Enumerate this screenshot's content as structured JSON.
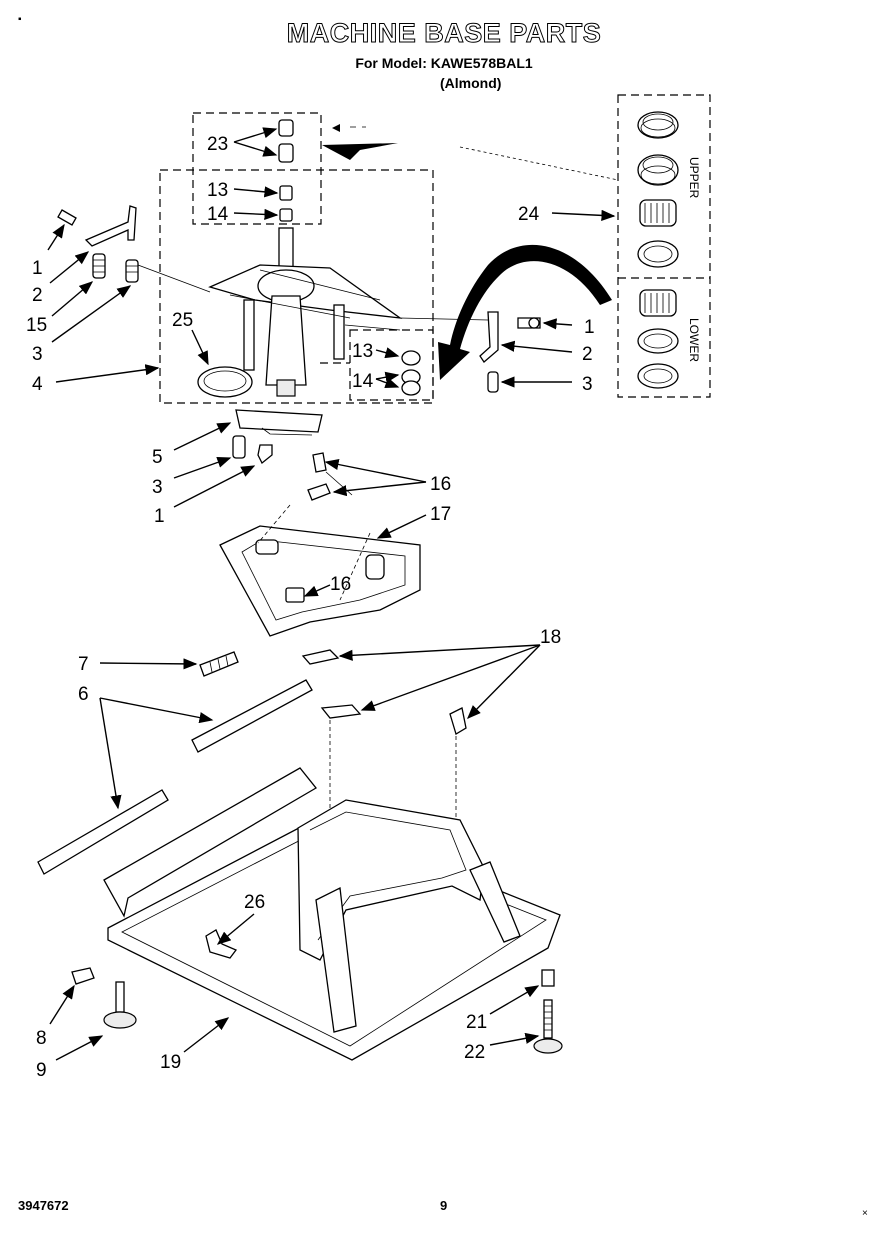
{
  "header": {
    "title": "MACHINE BASE PARTS",
    "model_line": "For Model: KAWE578BAL1",
    "color_note": "(Almond)"
  },
  "footer": {
    "doc_number": "3947672",
    "page_number": "9"
  },
  "side_panel": {
    "upper_label": "UPPER",
    "lower_label": "LOWER"
  },
  "callouts": {
    "c23": "23",
    "c13a": "13",
    "c14a": "14",
    "c1a": "1",
    "c2a": "2",
    "c15": "15",
    "c3a": "3",
    "c4": "4",
    "c25": "25",
    "c24": "24",
    "c1b": "1",
    "c2b": "2",
    "c3b": "3",
    "c13b": "13",
    "c14b": "14",
    "c5": "5",
    "c3c": "3",
    "c1c": "1",
    "c16a": "16",
    "c17": "17",
    "c16b": "16",
    "c18": "18",
    "c7": "7",
    "c6": "6",
    "c26": "26",
    "c8": "8",
    "c9": "9",
    "c19": "19",
    "c21": "21",
    "c22": "22"
  }
}
